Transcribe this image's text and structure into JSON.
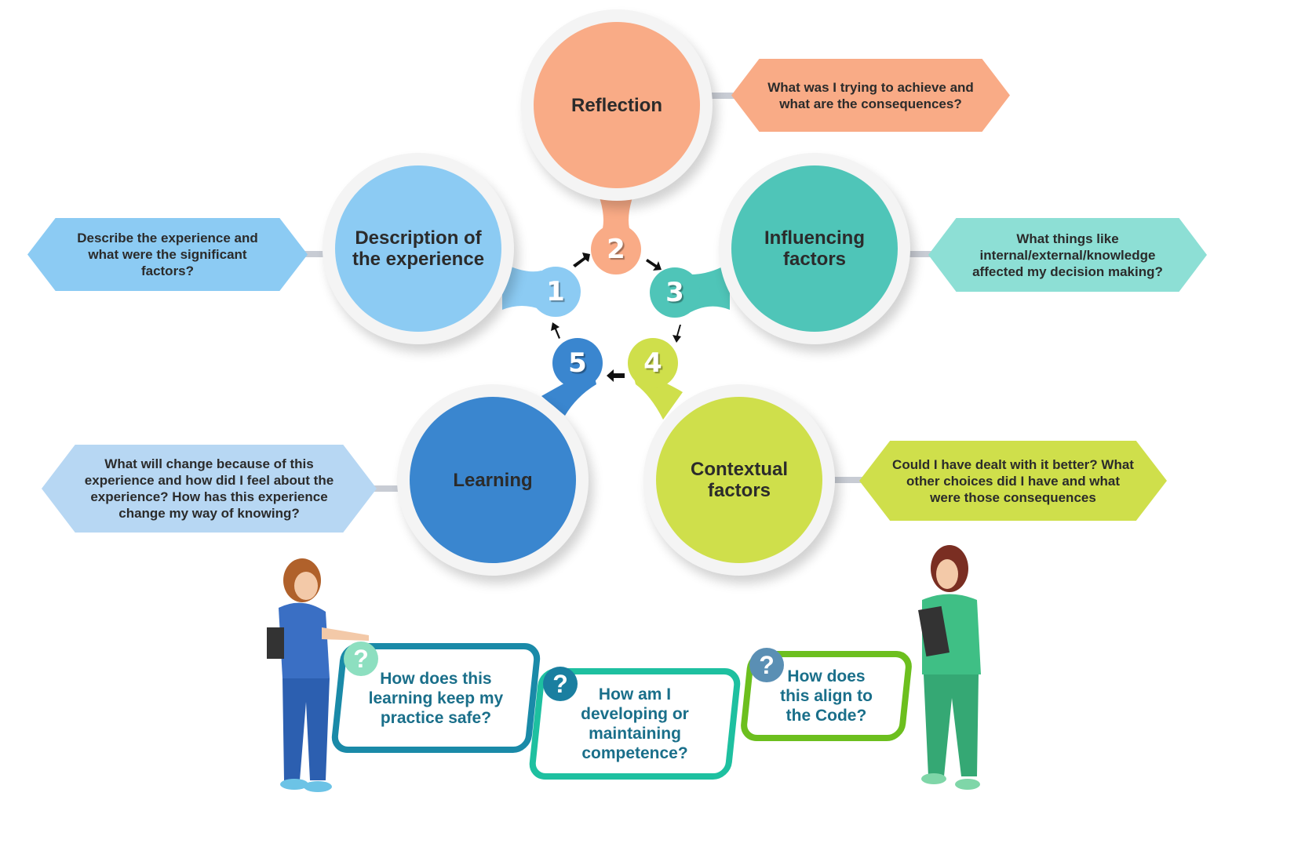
{
  "steps": [
    {
      "number": "1",
      "title": "Description of the experience",
      "question": "Describe the experience and what were the significant factors?",
      "color": "#8ccbf3",
      "hex_color": "#8ccbf3"
    },
    {
      "number": "2",
      "title": "Reflection",
      "question": "What was I trying to achieve and what are the consequences?",
      "color": "#f9ab86",
      "hex_color": "#f9ab86"
    },
    {
      "number": "3",
      "title": "Influencing factors",
      "question": "What things like internal/external/knowledge affected my decision making?",
      "color": "#4fc5b8",
      "hex_color": "#8ddfd5"
    },
    {
      "number": "4",
      "title": "Contextual factors",
      "question": "Could I have dealt with it better? What other choices did I have and what were those consequences",
      "color": "#cfdf4b",
      "hex_color": "#cfdf4b"
    },
    {
      "number": "5",
      "title": "Learning",
      "question": "What will change because of this experience and how did I feel about the experience? How has this experience change my way of knowing?",
      "color": "#3a86cf",
      "hex_color": "#b7d7f3"
    }
  ],
  "questions": [
    {
      "text": "How does this learning keep my practice safe?",
      "color": "#1a8aa8",
      "icon": "question-icon"
    },
    {
      "text": "How am I developing or maintaining competence?",
      "color": "#1ec0a0",
      "icon": "question-icon"
    },
    {
      "text": "How does this align to the Code?",
      "color": "#6cbf1e",
      "icon": "question-icon"
    }
  ]
}
